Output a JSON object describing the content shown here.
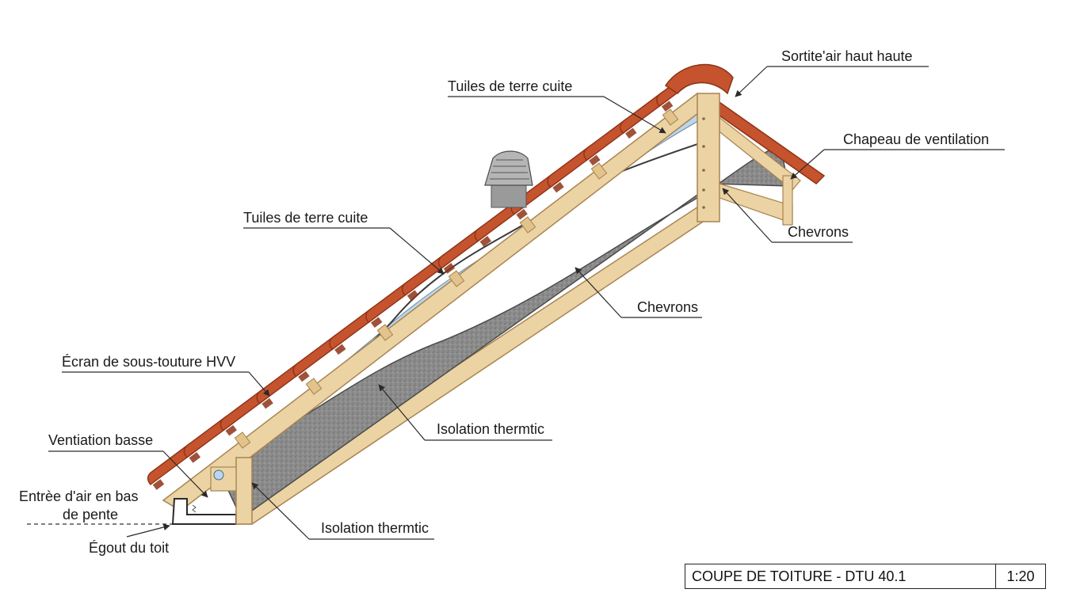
{
  "labels": {
    "sortie_air": "Sortite'air haut haute",
    "tuiles_top": "Tuiles de terre cuite",
    "chapeau": "Chapeau de ventilation",
    "tuiles_mid": "Tuiles de terre cuite",
    "chevrons_right": "Chevrons",
    "chevrons_mid": "Chevrons",
    "ecran": "Écran de sous-touture HVV",
    "isolation_mid": "Isolation thermtic",
    "ventilation_basse": "Ventiation basse",
    "entree_air_1": "Entrèe d'air en bas",
    "entree_air_2": "de pente",
    "isolation_low": "Isolation thermtic",
    "egout": "Égout du toit"
  },
  "title_block": {
    "title": "COUPE DE TOITURE - DTU 40.1",
    "scale": "1:20"
  },
  "colors": {
    "tile": "#c4532e",
    "tile_dark": "#8e3417",
    "wood": "#ecd3a3",
    "wood_edge": "#a88452",
    "insulation": "#8a8a8a",
    "membrane": "#bcd6ea",
    "leader": "#2a2a2a"
  }
}
